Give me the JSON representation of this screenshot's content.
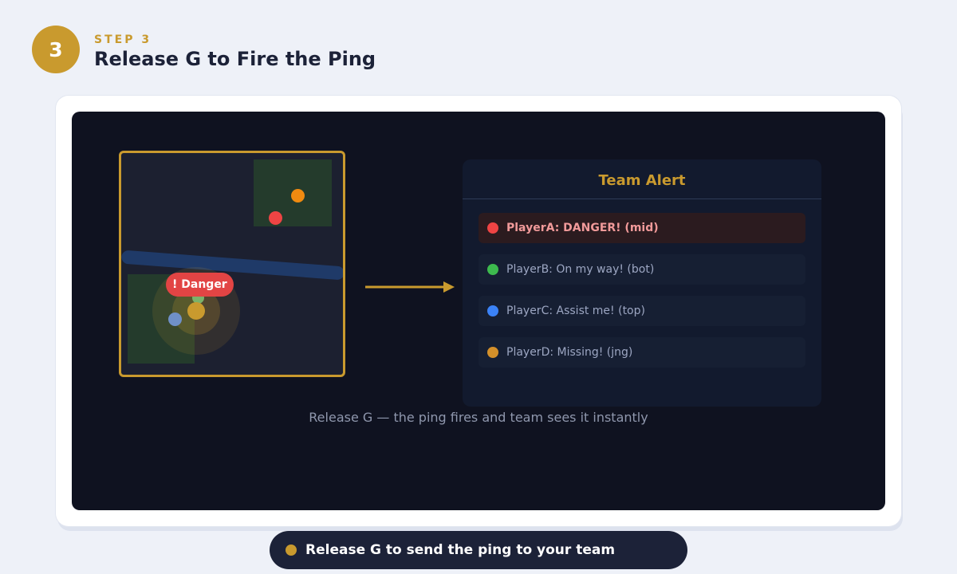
{
  "step": {
    "number": "3",
    "label": "STEP 3",
    "title": "Release G to Fire the Ping"
  },
  "minimap": {
    "ping_tag": "! Danger",
    "colors": {
      "border": "#c99a2e",
      "ping": "#c99a2e",
      "enemy_red": "#ee4444",
      "enemy_orange": "#f08a10",
      "ally_blue": "#6f90c8",
      "ally_green": "#7bb26a"
    }
  },
  "alert_panel": {
    "title": "Team Alert",
    "items": [
      {
        "text": "PlayerA: DANGER! (mid)",
        "color": "#ee4444",
        "highlighted": true
      },
      {
        "text": "PlayerB: On my way! (bot)",
        "color": "#3dba4e",
        "highlighted": false
      },
      {
        "text": "PlayerC: Assist me! (top)",
        "color": "#3b82f6",
        "highlighted": false
      },
      {
        "text": "PlayerD: Missing! (jng)",
        "color": "#d4902a",
        "highlighted": false
      }
    ]
  },
  "caption": "Release G — the ping fires and team sees it instantly",
  "hint": {
    "text": "Release G to send the ping to your team",
    "icon": "dot-icon"
  }
}
